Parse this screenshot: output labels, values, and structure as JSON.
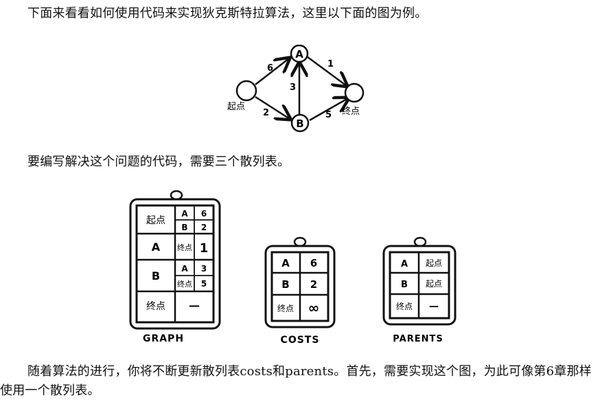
{
  "text": {
    "intro": "下面来看看如何使用代码来实现狄克斯特拉算法，这里以下面的图为例。",
    "need_tables": "要编写解决这个问题的代码，需要三个散列表。",
    "conclusion": "随着算法的进行，你将不断更新散列表costs和parents。首先，需要实现这个图，为此可像第6章那样使用一个散列表。"
  },
  "graph_figure": {
    "nodes": {
      "a": "A",
      "b": "B",
      "start": "起点",
      "end": "终点"
    },
    "weights": {
      "start_a": "6",
      "start_b": "2",
      "b_a": "3",
      "a_end": "1",
      "b_end": "5"
    }
  },
  "tables": {
    "graph": {
      "caption": "GRAPH",
      "rows": [
        {
          "key": "起点",
          "entries": [
            [
              "A",
              "6"
            ],
            [
              "B",
              "2"
            ]
          ]
        },
        {
          "key": "A",
          "entries": [
            [
              "终点",
              "1"
            ]
          ]
        },
        {
          "key": "B",
          "entries": [
            [
              "A",
              "3"
            ],
            [
              "终点",
              "5"
            ]
          ]
        },
        {
          "key": "终点",
          "entries": [
            [
              "—",
              ""
            ]
          ]
        }
      ]
    },
    "costs": {
      "caption": "COSTS",
      "rows": [
        [
          "A",
          "6"
        ],
        [
          "B",
          "2"
        ],
        [
          "终点",
          "∞"
        ]
      ]
    },
    "parents": {
      "caption": "PARENTS",
      "rows": [
        [
          "A",
          "起点"
        ],
        [
          "B",
          "起点"
        ],
        [
          "终点",
          "—"
        ]
      ]
    }
  }
}
